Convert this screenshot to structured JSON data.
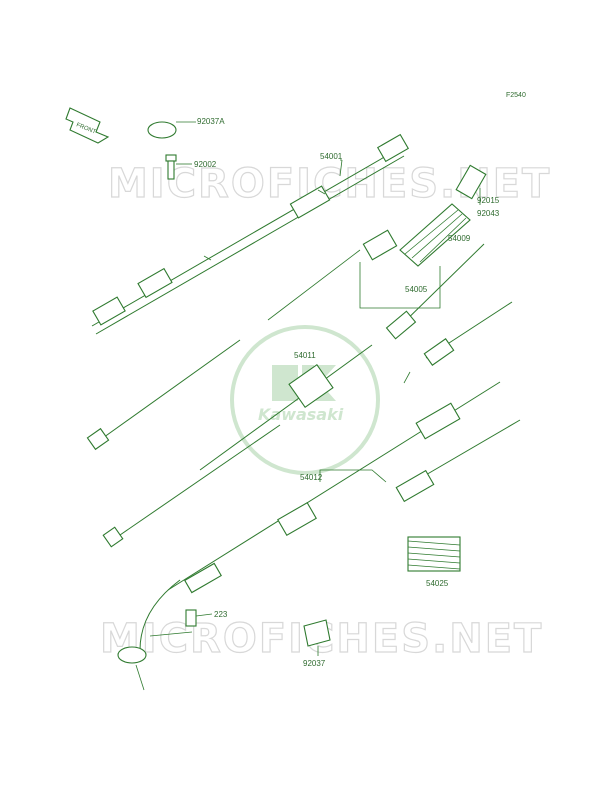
{
  "drawing_code": "F2540",
  "front_arrow_label": "FRONT",
  "watermark_text": "MICROFICHES.NET",
  "brand_logo_text": "Kawasaki",
  "part_labels": {
    "p92037A": "92037A",
    "p92002": "92002",
    "p54001": "54001",
    "p92015": "92015",
    "p92043": "92043",
    "p54009": "54009",
    "p54005": "54005",
    "p54011": "54011",
    "p54012": "54012",
    "p54025": "54025",
    "p223": "223",
    "p92037": "92037"
  },
  "colors": {
    "line": "#2f7a2f",
    "watermark": "#d8d8d8",
    "logo": "#cfe6cf"
  }
}
